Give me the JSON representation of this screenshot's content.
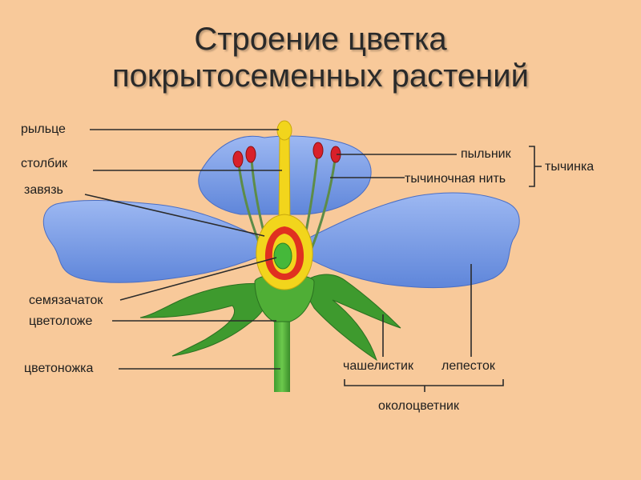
{
  "title": {
    "line1": "Строение цветка",
    "line2": "покрытосеменных растений"
  },
  "labels": {
    "stigma": "рыльце",
    "style": "столбик",
    "ovary": "завязь",
    "ovule": "семязачаток",
    "receptacle": "цветоложе",
    "pedicel": "цветоножка",
    "anther": "пыльник",
    "filament": "тычиночная нить",
    "stamen": "тычинка",
    "sepal": "чашелистик",
    "petal": "лепесток",
    "perianth": "околоцветник"
  },
  "colors": {
    "background": "#f8c99a",
    "petal": "#7a9ee6",
    "sepal": "#3e9a2e",
    "pistil": "#f2d51c",
    "ovary_wall": "#e03020",
    "ovule": "#45b83a",
    "anther": "#d8202a"
  }
}
